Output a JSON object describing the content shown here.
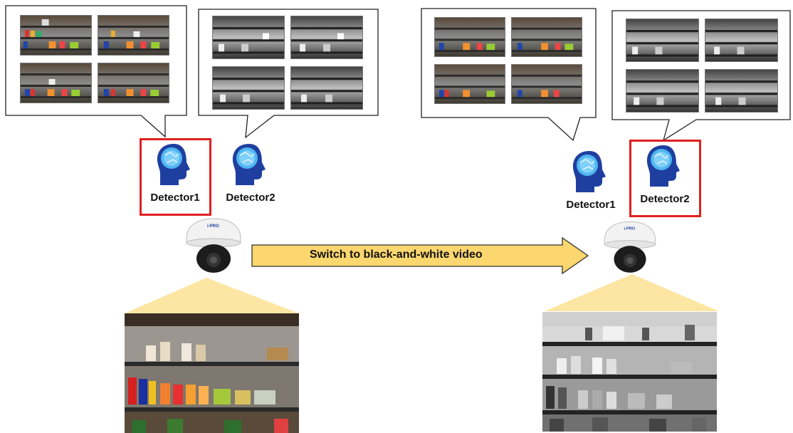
{
  "left_panel": {
    "detector1_label": "Detector1",
    "detector2_label": "Detector2",
    "active_detector": "Detector1",
    "camera_brand": "i-PRO",
    "video_mode": "color"
  },
  "right_panel": {
    "detector1_label": "Detector1",
    "detector2_label": "Detector2",
    "active_detector": "Detector2",
    "camera_brand": "i-PRO",
    "video_mode": "black-and-white"
  },
  "transition": {
    "label": "Switch to black-and-white video"
  },
  "colors": {
    "highlight": "#e02020",
    "arrow_fill": "#fcd66e",
    "arrow_stroke": "#333333",
    "beam": "#fde6a3",
    "brain": "#1f3fa0"
  },
  "icons": [
    "brain-head-icon",
    "dome-camera-icon"
  ]
}
